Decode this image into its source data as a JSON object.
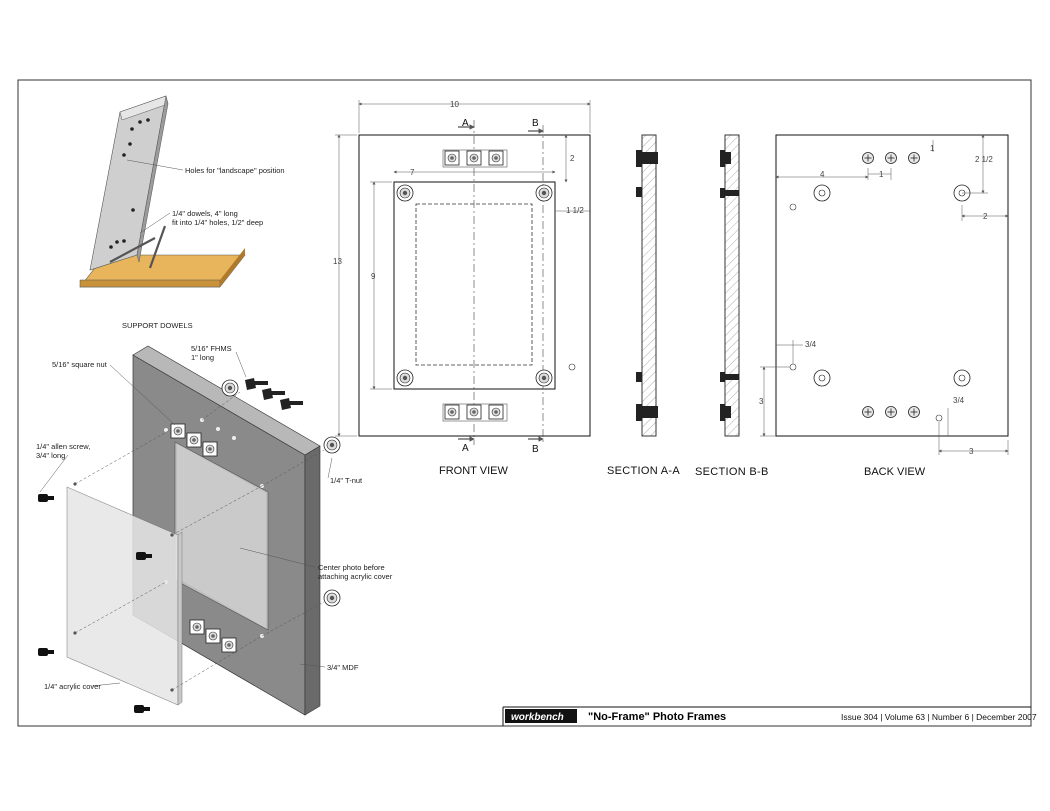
{
  "support": {
    "holes_label": "Holes for \"landscape\" position",
    "dowels_label_1": "1/4\" dowels, 4\" long",
    "dowels_label_2": "fit into 1/4\" holes, 1/2\" deep",
    "caption": "SUPPORT DOWELS"
  },
  "exploded": {
    "square_nut": "5/16\" square nut",
    "fhms_1": "5/16\" FHMS",
    "fhms_2": "1\" long",
    "allen_1": "1/4\" allen screw,",
    "allen_2": "3/4\" long",
    "tnut": "1/4\" T-nut",
    "center_1": "Center photo before",
    "center_2": "attaching acrylic cover",
    "mdf": "3/4\" MDF",
    "acrylic": "1/4\" acrylic cover"
  },
  "front": {
    "caption": "FRONT VIEW",
    "dim_width": "10",
    "dim_height": "13",
    "dim_inner_width": "7",
    "dim_inner_height": "9",
    "dim_top": "2",
    "dim_side": "1 1/2",
    "cut_a": "A",
    "cut_b": "B"
  },
  "section_a": {
    "caption": "SECTION  A-A"
  },
  "section_b": {
    "caption": "SECTION  B-B"
  },
  "back": {
    "caption": "BACK VIEW",
    "dim_4": "4",
    "dim_1_top": "1",
    "dim_1_mid": "1",
    "dim_2_1_2": "2 1/2",
    "dim_2": "2",
    "dim_3_4_left": "3/4",
    "dim_3_left": "3",
    "dim_3_4_right": "3/4",
    "dim_3_bottom": "3"
  },
  "titleblock": {
    "logo": "workbench",
    "title": "\"No-Frame\" Photo Frames",
    "issue": "Issue 304 | Volume 63 | Number 6 | December 2007"
  }
}
